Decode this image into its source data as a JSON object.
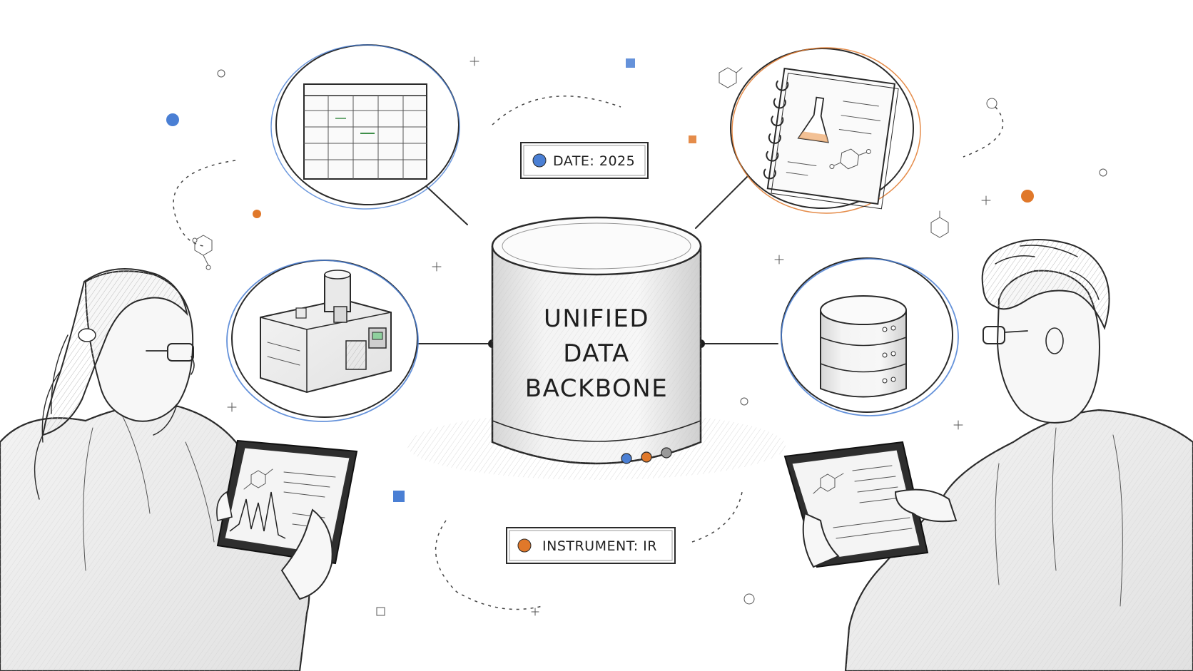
{
  "hub": {
    "lines": [
      "UNIFIED",
      "DATA",
      "BACKBONE"
    ]
  },
  "tags": {
    "date": {
      "label": "DATE: 2025",
      "dot_color": "#4a7fd4"
    },
    "instrument": {
      "label": "INSTRUMENT: IR",
      "dot_color": "#e0782a"
    }
  },
  "sources": [
    {
      "name": "spreadsheet",
      "ring_color": "#4a7fd4"
    },
    {
      "name": "lab-notebook",
      "ring_color": "#e0782a"
    },
    {
      "name": "analytical-instrument",
      "ring_color": "#4a7fd4"
    },
    {
      "name": "database-server",
      "ring_color": "#4a7fd4"
    }
  ],
  "indicator_colors": [
    "#4a7fd4",
    "#e0782a",
    "#9a9a9a"
  ],
  "palette": {
    "ink": "#2a2a2a",
    "blue": "#4a7fd4",
    "orange": "#e0782a"
  }
}
